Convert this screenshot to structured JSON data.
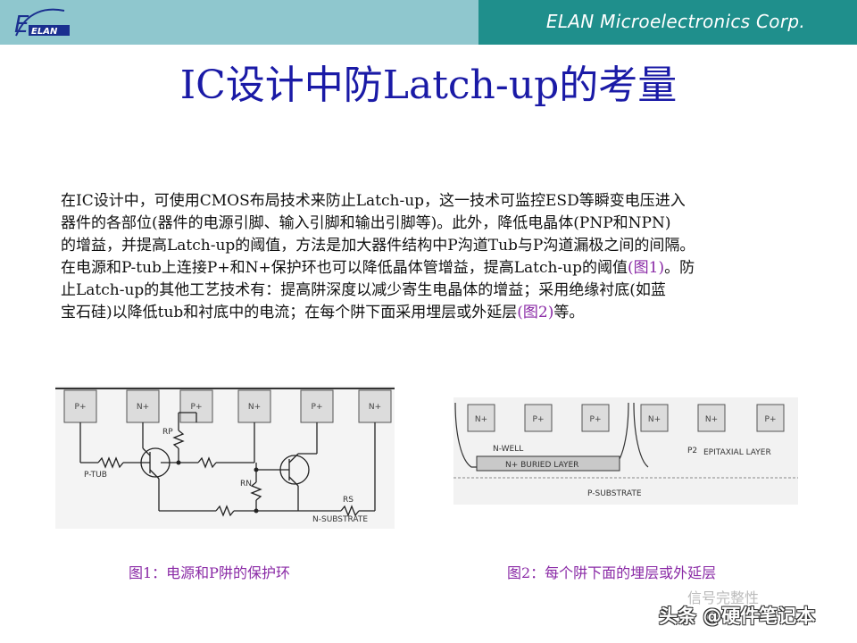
{
  "header": {
    "company": "ELAN Microelectronics Corp.",
    "logo_text": "ELAN"
  },
  "title": "IC设计中防Latch-up的考量",
  "body": {
    "line1": "在IC设计中，可使用CMOS布局技术来防止Latch-up，这一技术可监控ESD等瞬变电压进入",
    "line2": "器件的各部位(器件的电源引脚、输入引脚和输出引脚等)。此外，降低电晶体(PNP和NPN)",
    "line3": "的增益，并提高Latch-up的阈值，方法是加大器件结构中P沟道Tub与P沟道漏极之间的间隔。",
    "line4_a": "在电源和P-tub上连接P+和N+保护环也可以降低晶体管增益，提高Latch-up的阈值",
    "line4_ref": "(图1)",
    "line4_b": "。防",
    "line5": "止Latch-up的其他工艺技术有：提高阱深度以减少寄生电晶体的增益；采用绝缘衬底(如蓝",
    "line6_a": "宝石硅)以降低tub和衬底中的电流；在每个阱下面采用埋层或外延层",
    "line6_ref": "(图2)",
    "line6_b": "等。"
  },
  "figure1": {
    "wells": [
      "P+",
      "N+",
      "P+",
      "N+",
      "P+",
      "N+"
    ],
    "labels": {
      "rp": "RP",
      "rn": "RN",
      "rs": "RS",
      "ptub": "P-TUB",
      "nsub": "N-SUBSTRATE"
    },
    "caption": "图1：电源和P阱的保护环"
  },
  "figure2": {
    "wells": [
      "N+",
      "P+",
      "P+",
      "N+",
      "N+",
      "P+"
    ],
    "labels": {
      "nwell": "N-WELL",
      "buried": "N+ BURIED LAYER",
      "p2": "P2",
      "epi": "EPITAXIAL LAYER",
      "psub": "P-SUBSTRATE"
    },
    "caption": "图2：每个阱下面的埋层或外延层"
  },
  "watermark": {
    "line1": "信号完整性",
    "line2": "头条 @硬件笔记本"
  }
}
